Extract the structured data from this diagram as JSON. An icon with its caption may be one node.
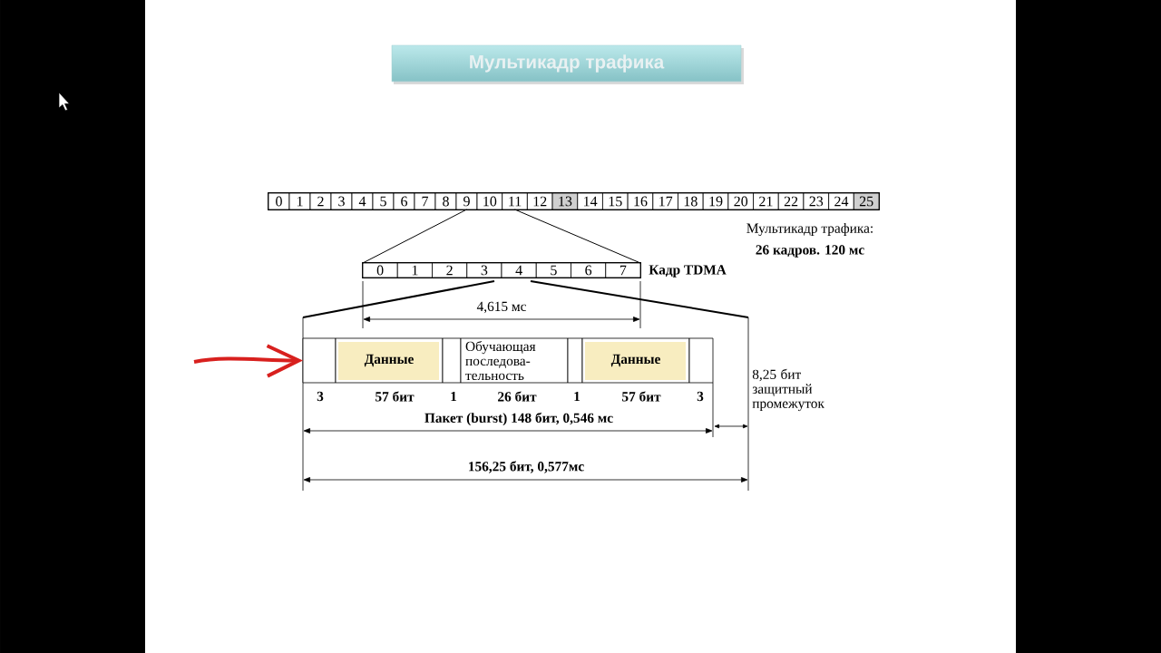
{
  "diagram": {
    "title": "Мультикадр трафика",
    "nodes": [
      {
        "text": [
          "Мультикадр трафика:",
          "26 кадров. 120 мс"
        ]
      },
      {
        "text": [
          "0"
        ],
        "in": 0
      },
      {
        "text": [
          "1"
        ],
        "in": 0
      },
      {
        "text": [
          "2"
        ],
        "in": 0
      },
      {
        "text": [
          "3"
        ],
        "in": 0
      },
      {
        "text": [
          "4"
        ],
        "in": 0
      },
      {
        "text": [
          "5"
        ],
        "in": 0
      },
      {
        "text": [
          "6"
        ],
        "in": 0
      },
      {
        "text": [
          "7"
        ],
        "in": 0
      },
      {
        "text": [
          "8"
        ],
        "in": 0
      },
      {
        "text": [
          "9"
        ],
        "in": 0
      },
      {
        "text": [
          "10"
        ],
        "in": 0
      },
      {
        "text": [
          "11"
        ],
        "in": 0
      },
      {
        "text": [
          "12"
        ],
        "in": 0
      },
      {
        "text": [
          "13"
        ],
        "in": 0
      },
      {
        "text": [
          "14"
        ],
        "in": 0
      },
      {
        "text": [
          "15"
        ],
        "in": 0
      },
      {
        "text": [
          "16"
        ],
        "in": 0
      },
      {
        "text": [
          "17"
        ],
        "in": 0
      },
      {
        "text": [
          "18"
        ],
        "in": 0
      },
      {
        "text": [
          "19"
        ],
        "in": 0
      },
      {
        "text": [
          "20"
        ],
        "in": 0
      },
      {
        "text": [
          "21"
        ],
        "in": 0
      },
      {
        "text": [
          "22"
        ],
        "in": 0
      },
      {
        "text": [
          "23"
        ],
        "in": 0
      },
      {
        "text": [
          "24"
        ],
        "in": 0
      },
      {
        "text": [
          "25"
        ],
        "in": 0
      },
      {
        "text": [
          "Кадр TDMA"
        ]
      },
      {
        "text": [
          "0"
        ],
        "in": 27
      },
      {
        "text": [
          "1"
        ],
        "in": 27
      },
      {
        "text": [
          "2"
        ],
        "in": 27
      },
      {
        "text": [
          "3"
        ],
        "in": 27
      },
      {
        "text": [
          "4"
        ],
        "in": 27
      },
      {
        "text": [
          "5"
        ],
        "in": 27
      },
      {
        "text": [
          "6"
        ],
        "in": 27
      },
      {
        "text": [
          "7"
        ],
        "in": 27
      },
      {
        "text": [],
        "shape": "box",
        "beside": [
          "3"
        ]
      },
      {
        "text": [
          "Данные"
        ],
        "beside": [
          "57 бит"
        ]
      },
      {
        "text": [],
        "shape": "box",
        "beside": [
          "1"
        ]
      },
      {
        "text": [
          "Обучающая последова- тельность"
        ],
        "beside": [
          "26 бит"
        ]
      },
      {
        "text": [],
        "shape": "box",
        "beside": [
          "1"
        ]
      },
      {
        "text": [
          "Данные"
        ],
        "beside": [
          "57 бит"
        ]
      },
      {
        "text": [],
        "shape": "box",
        "beside": [
          "3"
        ]
      }
    ],
    "edges": [
      {
        "from": 10,
        "to": 27,
        "arrow": "none"
      },
      {
        "from": 12,
        "to": 27,
        "arrow": "none"
      },
      {
        "from": null,
        "to": 36,
        "arrow": "to",
        "style": "thick",
        "color": "#d8201e"
      }
    ],
    "labels": [
      "4,615 мс",
      "8,25 бит защитный промежуток",
      "Пакет (burst) 148 бит, 0,546 мс",
      "156,25 бит, 0,577мс"
    ]
  }
}
